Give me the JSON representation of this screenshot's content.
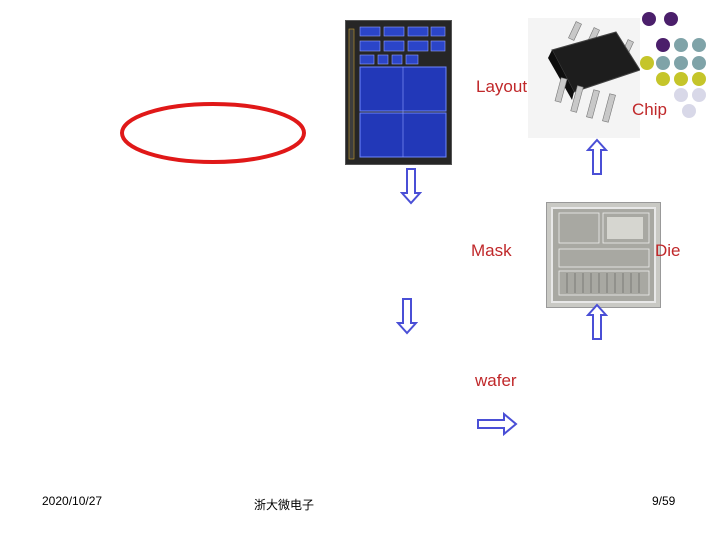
{
  "labels": {
    "layout": "Layout",
    "chip": "Chip",
    "mask": "Mask",
    "die": "Die",
    "wafer": "wafer"
  },
  "footer": {
    "date": "2020/10/27",
    "org": "浙大微电子",
    "page": "9/59"
  },
  "colors": {
    "label": "#c0282a",
    "arrow": "#4a4fd6",
    "ellipse": "#e01818",
    "dot_purple": "#4b1f6b",
    "dot_teal": "#7fa3a8",
    "dot_olive": "#c5c52a",
    "dot_lavender": "#d8d8e8"
  }
}
